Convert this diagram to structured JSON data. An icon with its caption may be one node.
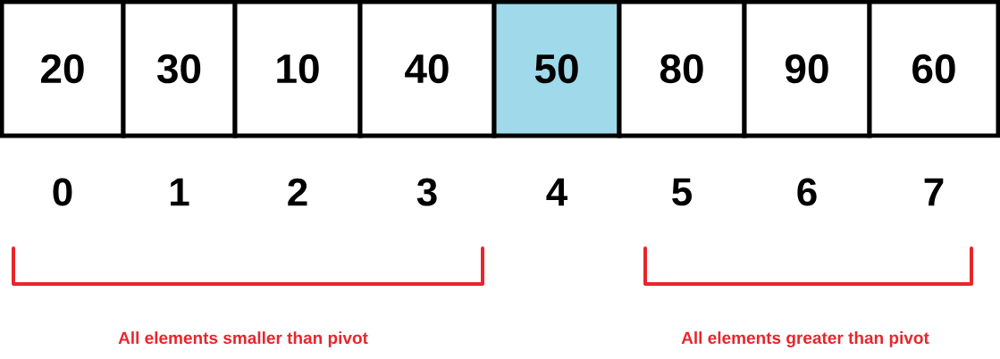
{
  "diagram": {
    "nodes": [
      {
        "text": [
          "20"
        ]
      },
      {
        "text": [
          "30"
        ]
      },
      {
        "text": [
          "10"
        ]
      },
      {
        "text": [
          "40"
        ]
      },
      {
        "text": [
          "50"
        ]
      },
      {
        "text": [
          "80"
        ]
      },
      {
        "text": [
          "90"
        ]
      },
      {
        "text": [
          "60"
        ]
      }
    ],
    "labels": [
      "0",
      "1",
      "2",
      "3",
      "4",
      "5",
      "6",
      "7",
      "All elements smaller than pivot",
      "All elements greater than pivot"
    ]
  }
}
